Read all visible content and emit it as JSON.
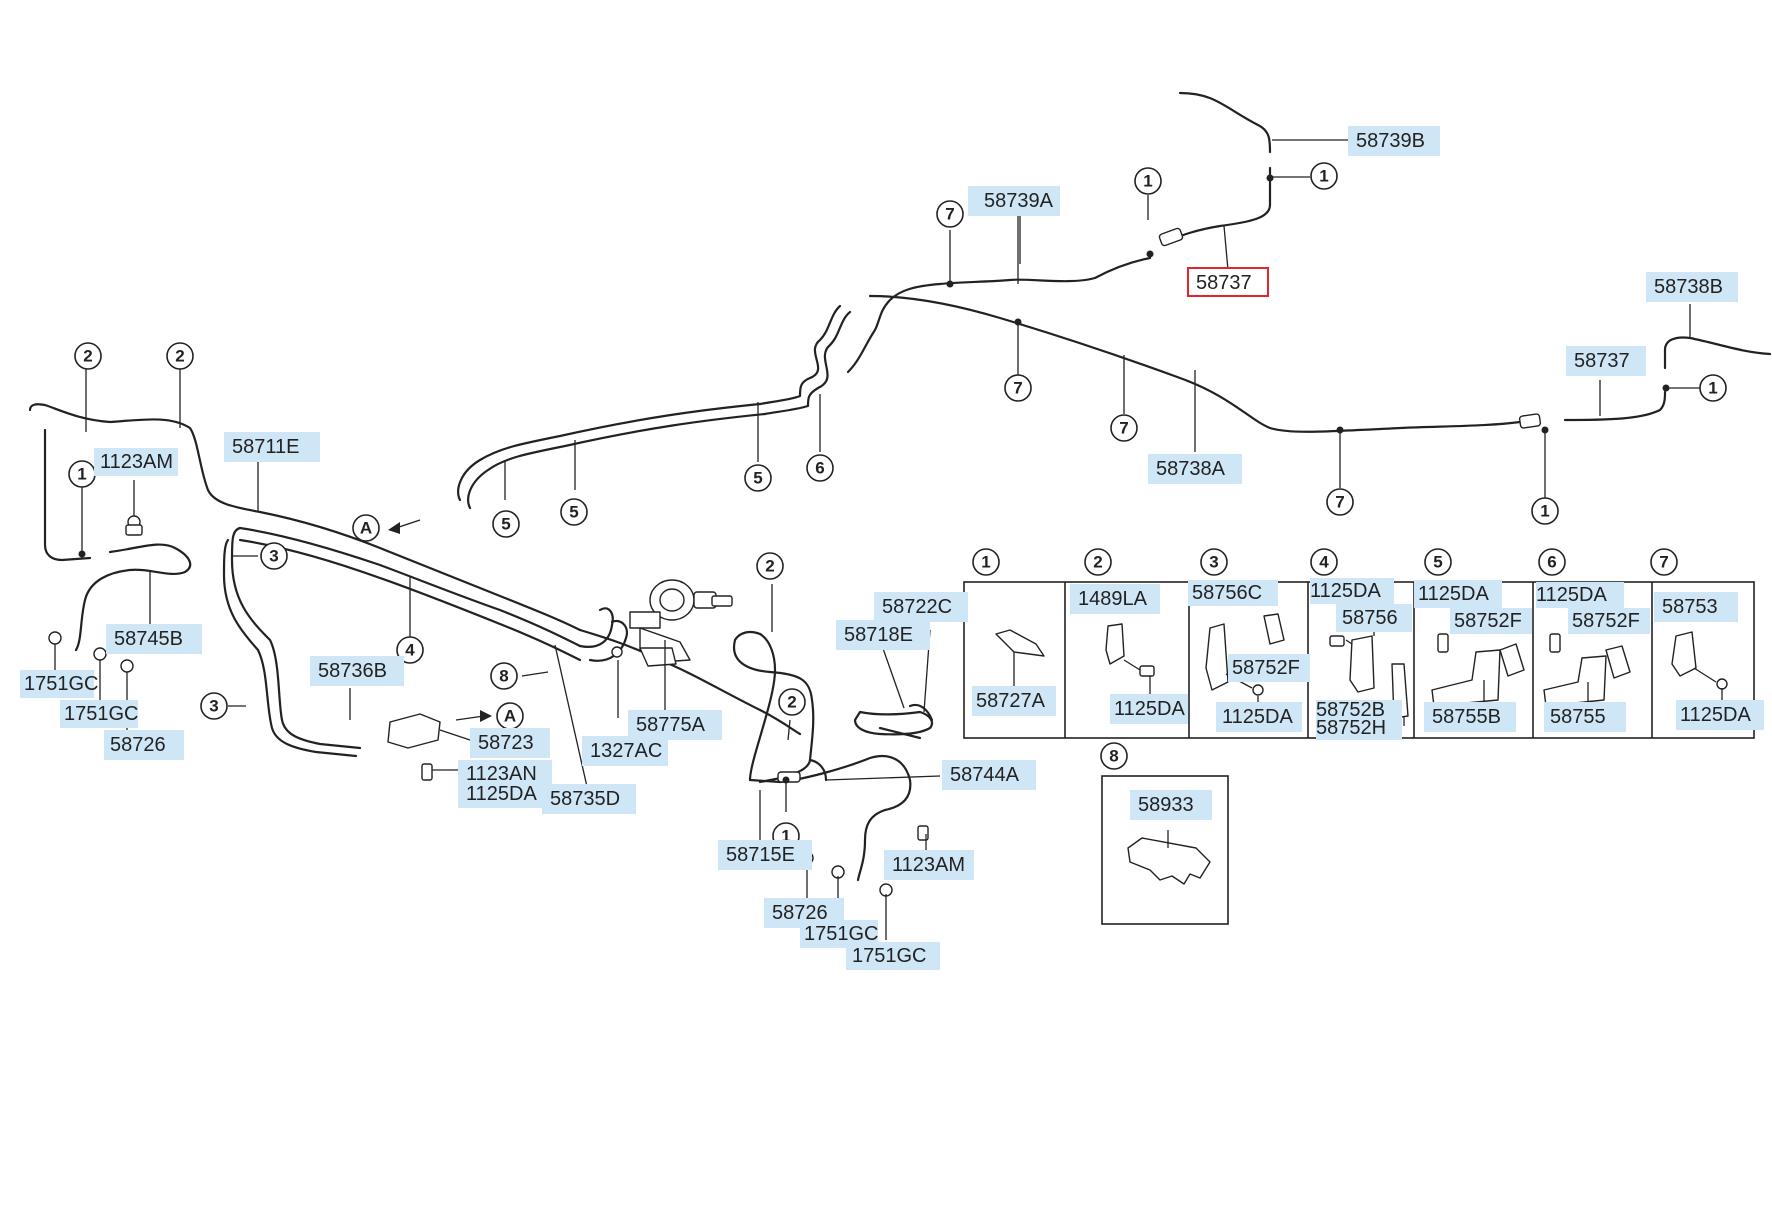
{
  "labels": {
    "l58739B": "58739B",
    "l58739A": "58739A",
    "l58737a": "58737",
    "l58737b": "58737",
    "l58738B": "58738B",
    "l58738A": "58738A",
    "l1123AMa": "1123AM",
    "l58711E": "58711E",
    "l58745B": "58745B",
    "l1751GCa": "1751GC",
    "l1751GCb": "1751GC",
    "l58726a": "58726",
    "l58736B": "58736B",
    "l58723": "58723",
    "l1123AN": "1123AN",
    "l1125DAa": "1125DA",
    "l58735D": "58735D",
    "l1327AC": "1327AC",
    "l58775A": "58775A",
    "l58718E": "58718E",
    "l58722C": "58722C",
    "l58744A": "58744A",
    "l58715E": "58715E",
    "l1123AMb": "1123AM",
    "l58726b": "58726",
    "l1751GCc": "1751GC",
    "l1751GCd": "1751GC",
    "c1_58727A": "58727A",
    "c2_1489LA": "1489LA",
    "c2_1125DA": "1125DA",
    "c3_58756C": "58756C",
    "c3_58752F": "58752F",
    "c3_1125DA": "1125DA",
    "c4_1125DA": "1125DA",
    "c4_58756": "58756",
    "c4_58752B": "58752B",
    "c4_58752H": "58752H",
    "c5_1125DA": "1125DA",
    "c5_58752F": "58752F",
    "c5_58755B": "58755B",
    "c6_1125DA": "1125DA",
    "c6_58752F": "58752F",
    "c6_58755": "58755",
    "c7_58753": "58753",
    "c7_1125DA": "1125DA",
    "c8_58933": "58933"
  },
  "callouts": {
    "n1": "1",
    "n2": "2",
    "n3": "3",
    "n4": "4",
    "n5": "5",
    "n6": "6",
    "n7": "7",
    "n8": "8",
    "A": "A"
  },
  "colors": {
    "label_fill": "#cfe6f7",
    "highlight_border": "#e0262b",
    "line": "#222222"
  }
}
